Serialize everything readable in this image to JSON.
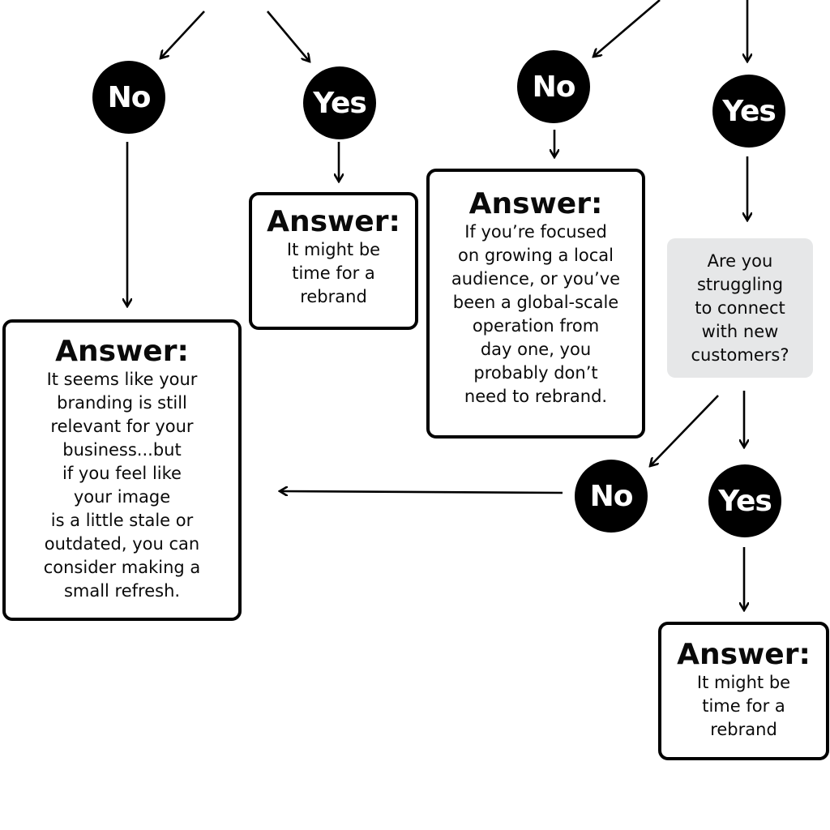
{
  "decision_nodes": {
    "top_left_no": "No",
    "top_left_yes": "Yes",
    "top_right_no": "No",
    "top_right_yes": "Yes",
    "bottom_no": "No",
    "bottom_yes": "Yes"
  },
  "answers": {
    "left": {
      "title": "Answer:",
      "body": "It seems like your\nbranding is still\nrelevant for your\nbusiness...but\nif you feel like\nyour image\nis a little stale or\noutdated, you can\nconsider making a\nsmall refresh."
    },
    "top_center": {
      "title": "Answer:",
      "body": "It might be\ntime for a\nrebrand"
    },
    "top_right": {
      "title": "Answer:",
      "body": "If you’re focused\non growing a local\naudience, or you’ve\nbeen a global-scale\noperation from\nday one, you\nprobably don’t\nneed to rebrand."
    },
    "bottom_right": {
      "title": "Answer:",
      "body": "It might be\ntime for a\nrebrand"
    }
  },
  "questions": {
    "connect_customers": "Are you\nstruggling\nto connect\nwith new\ncustomers?"
  },
  "colors": {
    "node_fill": "#000000",
    "node_text": "#ffffff",
    "question_fill": "#e6e7e8",
    "border": "#000000"
  }
}
